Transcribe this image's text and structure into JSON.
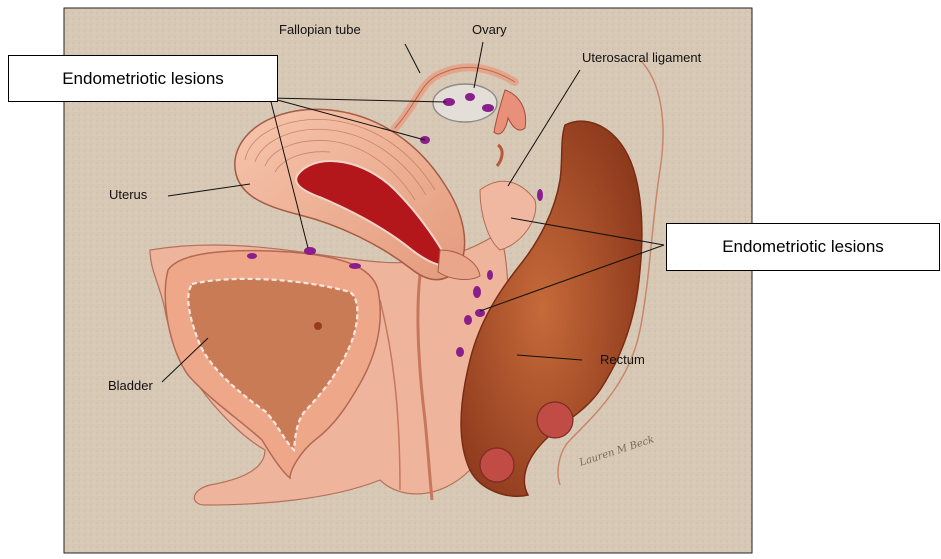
{
  "labels": {
    "fallopian_tube": "Fallopian tube",
    "ovary": "Ovary",
    "uterosacral_ligament": "Uterosacral ligament",
    "uterus": "Uterus",
    "bladder": "Bladder",
    "rectum": "Rectum"
  },
  "callouts": {
    "top": "Endometriotic lesions",
    "right": "Endometriotic lesions"
  },
  "signature": "Lauren M Beck",
  "colors": {
    "background": "#d9cbb9",
    "tissue": "#f2b9a2",
    "tissue_dark": "#d88c73",
    "rectum": "#b8582f",
    "uterus_cavity": "#b3171b",
    "lesion": "#8a1f8c",
    "ovary": "#e4ded8"
  }
}
